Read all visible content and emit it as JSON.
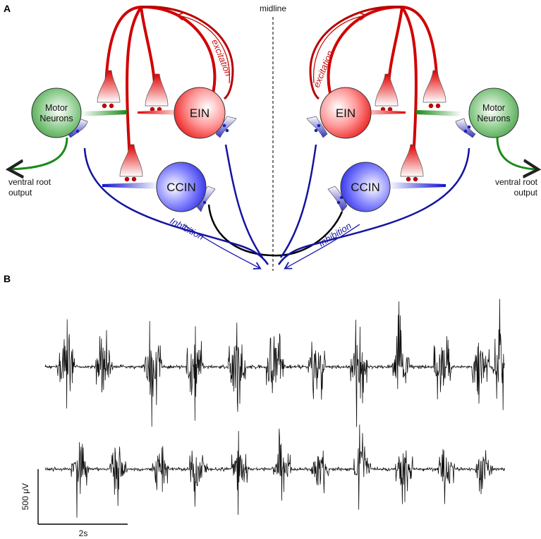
{
  "panels": {
    "a": "A",
    "b": "B"
  },
  "midline": "midline",
  "neurons": {
    "ein": "EIN",
    "ccin": "CCIN",
    "motor_line1": "Motor",
    "motor_line2": "Neurons"
  },
  "labels": {
    "excitation": "excitation",
    "inhibition": "Inhibition",
    "ventral_line1": "ventral root",
    "ventral_line2": "output"
  },
  "scale_bar": {
    "vertical": "500 μV",
    "horizontal": "2s"
  },
  "colors": {
    "excitation": "#d81414",
    "inhibition": "#1414b4",
    "motor": "#1f8a2a",
    "crossing": "#000000",
    "trace": "#111111"
  },
  "traces": [
    {
      "bursts": [
        0.5,
        1.6,
        3.0,
        4.2,
        5.4,
        6.5,
        7.7,
        8.9,
        10.1,
        11.3,
        12.4,
        13.0
      ]
    },
    {
      "bursts": [
        0.9,
        2.0,
        3.2,
        4.3,
        5.5,
        6.7,
        7.8,
        9.0,
        10.2,
        11.4,
        12.5
      ]
    }
  ]
}
